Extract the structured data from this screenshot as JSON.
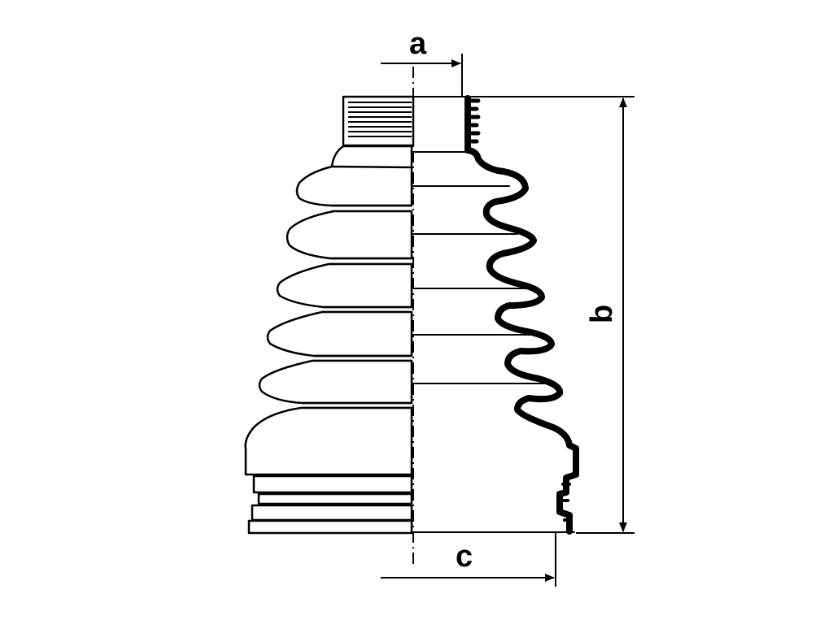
{
  "diagram": {
    "subject": "cv-joint-boot",
    "line_color": "#000000",
    "background": "#ffffff",
    "dimensions": {
      "a": "a",
      "b": "b",
      "c": "c"
    }
  }
}
